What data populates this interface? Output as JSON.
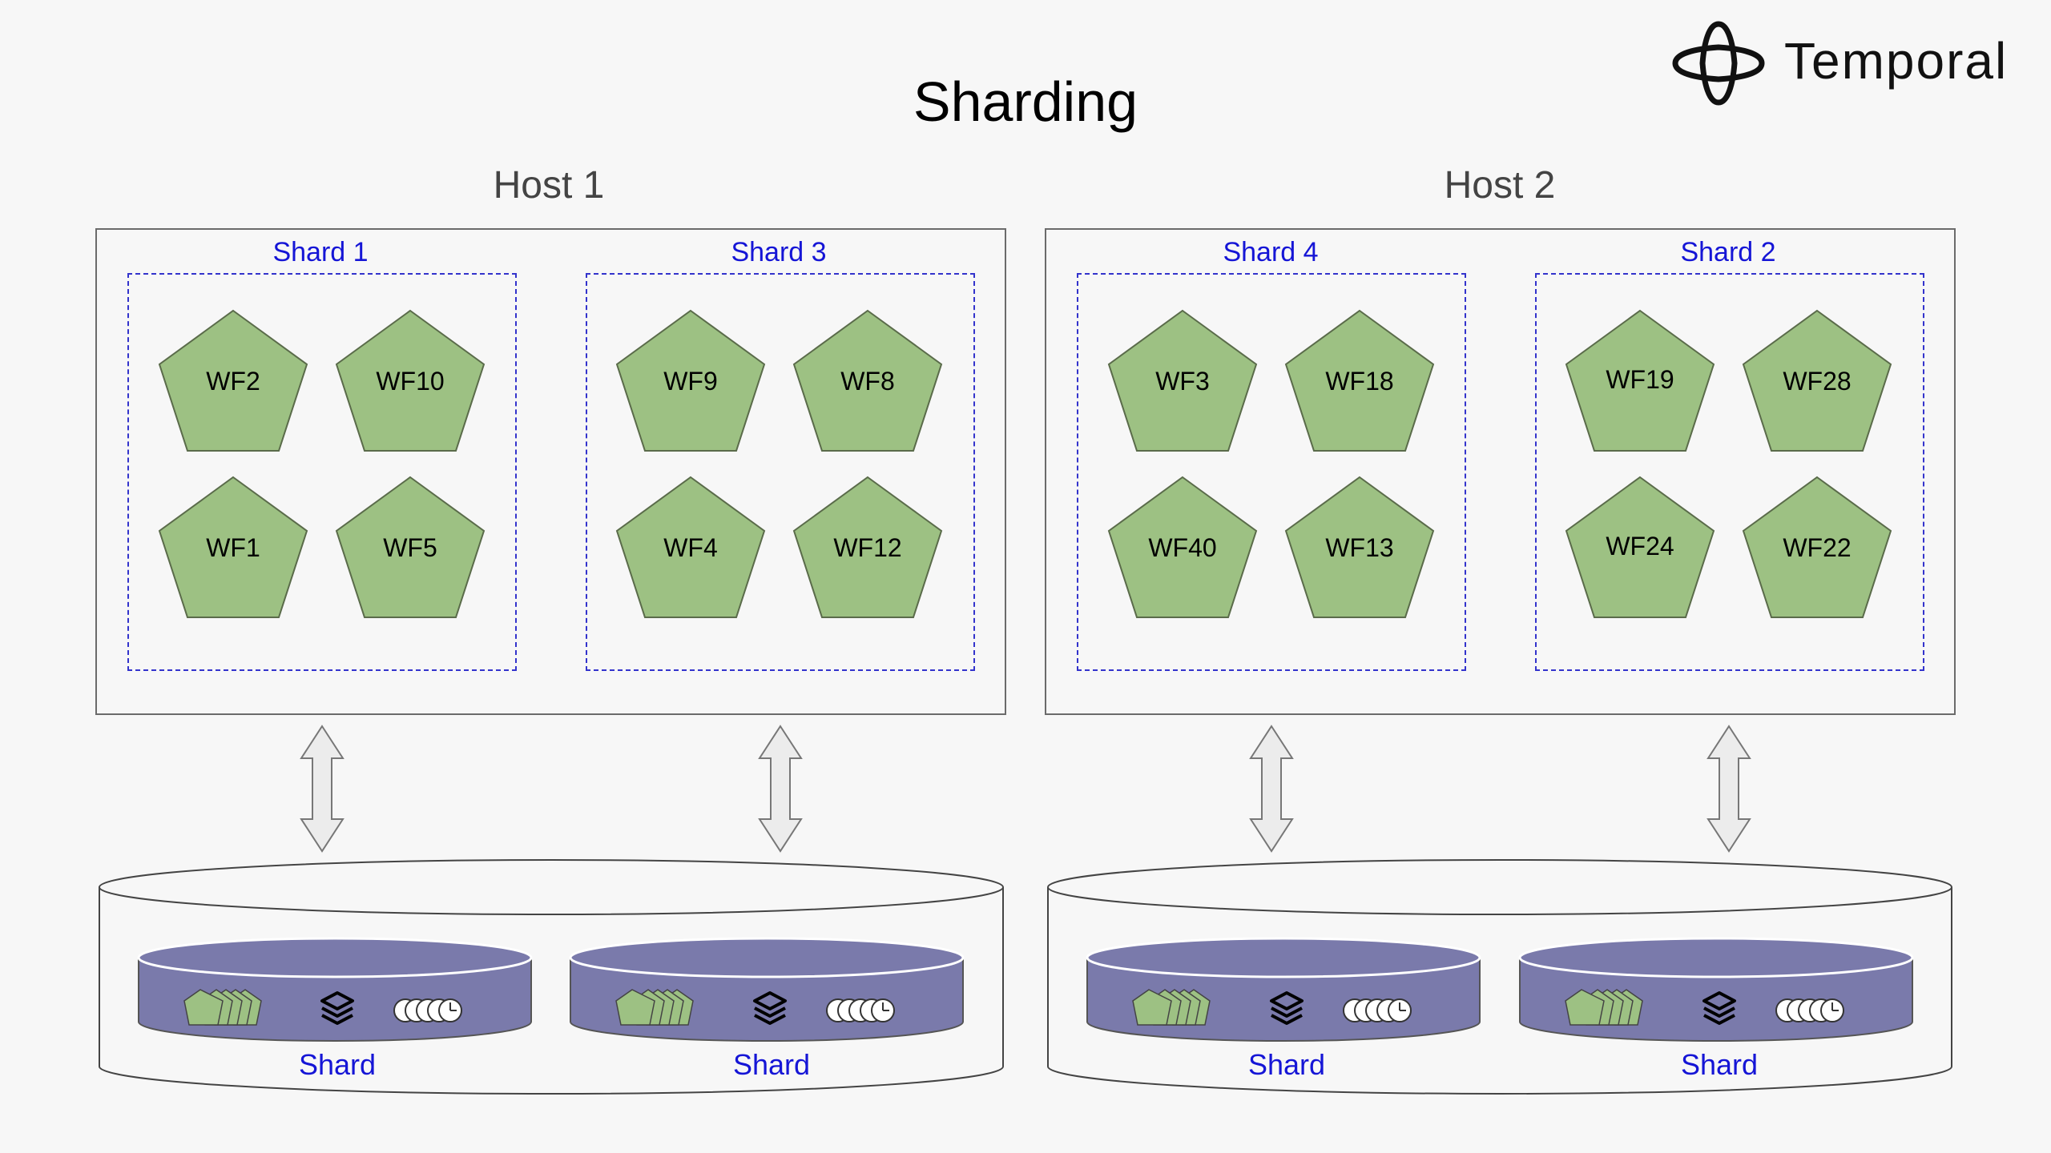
{
  "title": "Sharding",
  "logo": {
    "text": "Temporal",
    "icon": "temporal-logo-icon"
  },
  "colors": {
    "pentagon_fill": "#9dc183",
    "pentagon_stroke": "#5a6b4a",
    "shard_border": "#3333cc",
    "shard_text": "#1515d6",
    "db_shard_fill": "#7a7aab"
  },
  "hosts": [
    {
      "label": "Host 1",
      "shards": [
        {
          "label": "Shard 1",
          "workflows": [
            "WF2",
            "WF10",
            "WF1",
            "WF5"
          ]
        },
        {
          "label": "Shard 3",
          "workflows": [
            "WF9",
            "WF8",
            "WF4",
            "WF12"
          ]
        }
      ],
      "database": {
        "shards": [
          "Shard",
          "Shard"
        ]
      }
    },
    {
      "label": "Host 2",
      "shards": [
        {
          "label": "Shard 4",
          "workflows": [
            "WF3",
            "WF18",
            "WF40",
            "WF13"
          ]
        },
        {
          "label": "Shard 2",
          "workflows": [
            "WF19",
            "WF28",
            "WF24",
            "WF22"
          ]
        }
      ],
      "database": {
        "shards": [
          "Shard",
          "Shard"
        ]
      }
    }
  ]
}
